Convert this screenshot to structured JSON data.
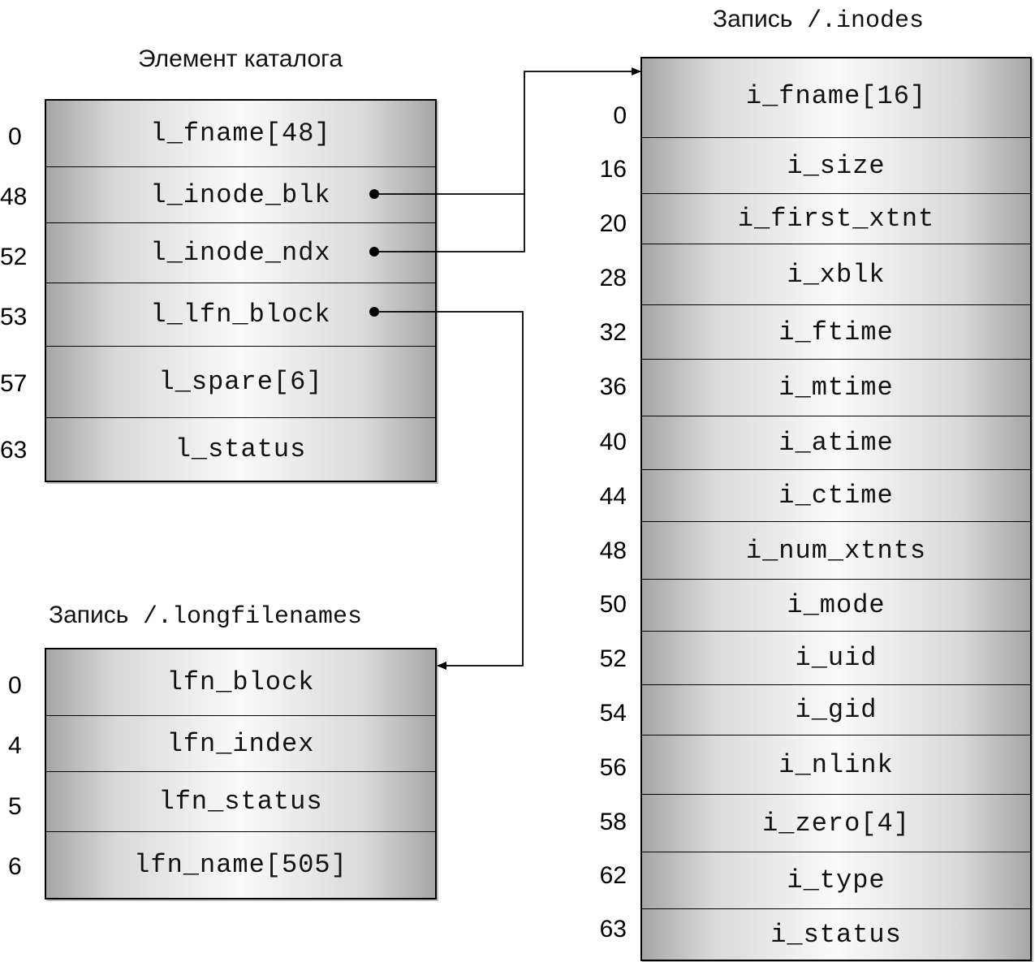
{
  "directory_entry": {
    "title": "Элемент каталога",
    "fields": [
      {
        "name": "l_fname[48]",
        "offset": "0"
      },
      {
        "name": "l_inode_blk",
        "offset": "48"
      },
      {
        "name": "l_inode_ndx",
        "offset": "52"
      },
      {
        "name": "l_lfn_block",
        "offset": "53"
      },
      {
        "name": "l_spare[6]",
        "offset": "57"
      },
      {
        "name": "l_status",
        "offset": "63"
      }
    ]
  },
  "longfilenames_record": {
    "title_prefix": "Запись",
    "title_file": "/.longfilenames",
    "fields": [
      {
        "name": "lfn_block",
        "offset": "0"
      },
      {
        "name": "lfn_index",
        "offset": "4"
      },
      {
        "name": "lfn_status",
        "offset": "5"
      },
      {
        "name": "lfn_name[505]",
        "offset": "6"
      }
    ]
  },
  "inodes_record": {
    "title_prefix": "Запись",
    "title_file": "/.inodes",
    "fields": [
      {
        "name": "i_fname[16]",
        "offset": "0"
      },
      {
        "name": "i_size",
        "offset": "16"
      },
      {
        "name": "i_first_xtnt",
        "offset": "20"
      },
      {
        "name": "i_xblk",
        "offset": "28"
      },
      {
        "name": "i_ftime",
        "offset": "32"
      },
      {
        "name": "i_mtime",
        "offset": "36"
      },
      {
        "name": "i_atime",
        "offset": "40"
      },
      {
        "name": "i_ctime",
        "offset": "44"
      },
      {
        "name": "i_num_xtnts",
        "offset": "48"
      },
      {
        "name": "i_mode",
        "offset": "50"
      },
      {
        "name": "i_uid",
        "offset": "52"
      },
      {
        "name": "i_gid",
        "offset": "54"
      },
      {
        "name": "i_nlink",
        "offset": "56"
      },
      {
        "name": "i_zero[4]",
        "offset": "58"
      },
      {
        "name": "i_type",
        "offset": "62"
      },
      {
        "name": "i_status",
        "offset": "63"
      }
    ]
  },
  "colors": {
    "line": "#000000",
    "field_edge": "#a6a6a6",
    "field_center": "#fafafa"
  }
}
